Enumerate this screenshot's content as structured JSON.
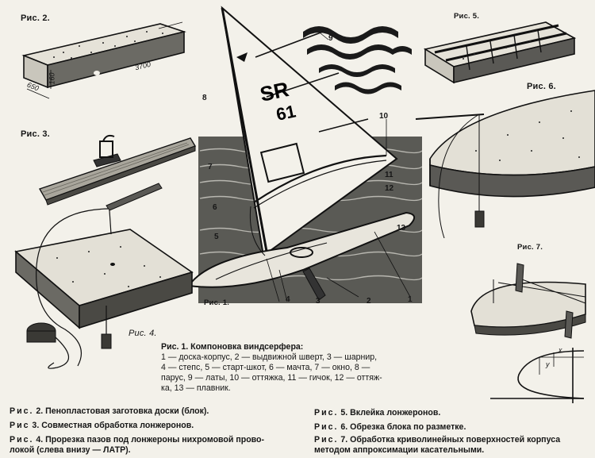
{
  "figures": {
    "fig1": "Рис. 1.",
    "fig2": "Рис. 2.",
    "fig3": "Рис. 3.",
    "fig4": "Рис. 4.",
    "fig5": "Рис. 5.",
    "fig6": "Рис. 6.",
    "fig7": "Рис. 7."
  },
  "dimensions": {
    "length": "3700",
    "width": "650",
    "height": "160"
  },
  "sail": {
    "letters": "SR",
    "number": "61"
  },
  "callouts": [
    "1",
    "2",
    "3",
    "4",
    "5",
    "6",
    "7",
    "8",
    "9",
    "10",
    "11",
    "12",
    "13"
  ],
  "fig7_axes": {
    "x": "x",
    "y": "y"
  },
  "legend": {
    "title": "Рис. 1. Компоновка виндсерфера:",
    "lines": [
      "1 — доска-корпус, 2 — выдвижной шверт, 3 — шарнир,",
      "4 — степс, 5 — старт-шкот, 6 — мачта, 7 — окно, 8 —",
      "парус, 9 — латы, 10 — оттяжка, 11 — гичок, 12 — оттяж-",
      "ка, 13 — плавник."
    ]
  },
  "captions": {
    "c2": {
      "prefix": "Рис.",
      "text": " 2. Пенопластовая заготовка доски (блок)."
    },
    "c3": {
      "prefix": "Рис",
      "text": " 3. Совместная обработка лонжеронов."
    },
    "c4": {
      "prefix": "Рис.",
      "line1": " 4. Прорезка пазов под лонжероны нихромовой прово-",
      "line2": "локой (слева внизу — ЛАТР)."
    },
    "c5": {
      "prefix": "Рис.",
      "text": " 5. Вклейка лонжеронов."
    },
    "c6": {
      "prefix": "Рис.",
      "text": " 6. Обрезка блока по разметке."
    },
    "c7": {
      "prefix": "Рис.",
      "line1": " 7. Обработка криволинейных поверхностей корпуса",
      "line2": "методом аппроксимации касательными."
    }
  }
}
